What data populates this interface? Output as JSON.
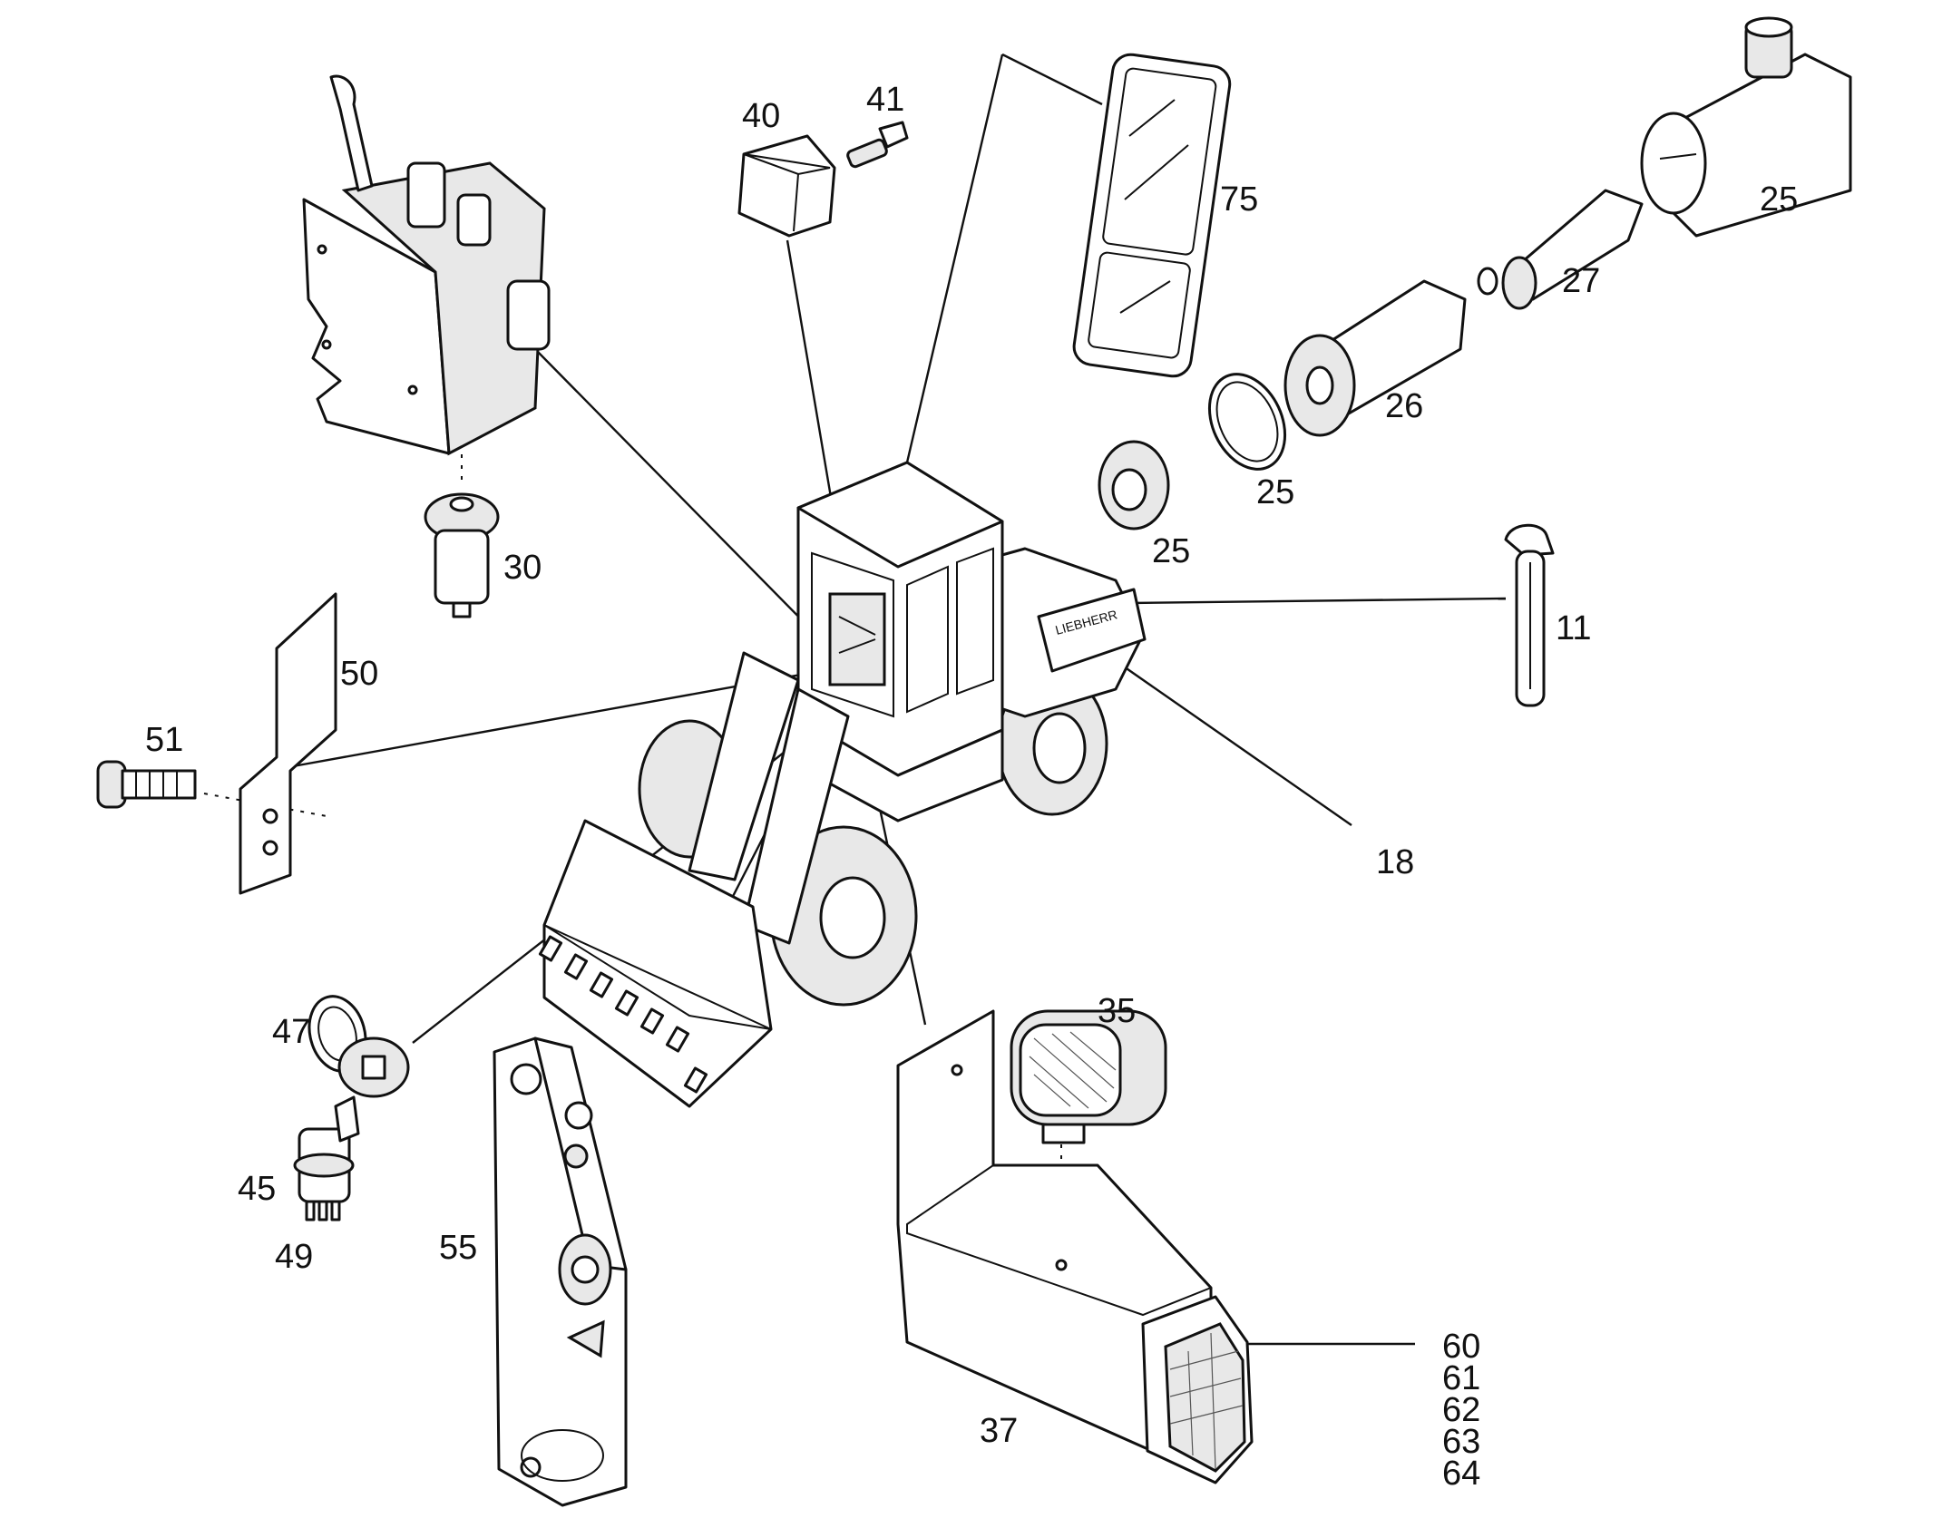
{
  "diagram": {
    "type": "exploded-parts-diagram",
    "labels": {
      "l75": "75",
      "l40": "40",
      "l41": "41",
      "l25a": "25",
      "l27": "27",
      "l26": "26",
      "l25b": "25",
      "l25c": "25",
      "l30": "30",
      "l11": "11",
      "l50": "50",
      "l51": "51",
      "l18": "18",
      "l35": "35",
      "l47": "47",
      "l45": "45",
      "l49": "49",
      "l55": "55",
      "l37": "37",
      "l60": "60",
      "l61": "61",
      "l62": "62",
      "l63": "63",
      "l64": "64"
    }
  }
}
